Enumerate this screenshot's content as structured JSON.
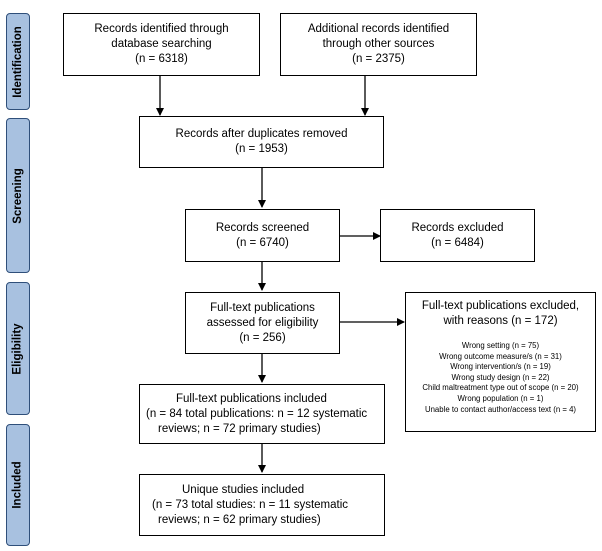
{
  "phases": {
    "identification": "Identification",
    "screening": "Screening",
    "eligibility": "Eligibility",
    "included": "Included"
  },
  "boxes": {
    "database_search": {
      "lines": [
        "Records identified through",
        "database searching",
        "(n = 6318)"
      ]
    },
    "other_sources": {
      "lines": [
        "Additional records identified",
        "through other sources",
        "(n = 2375)"
      ]
    },
    "after_duplicates": {
      "lines": [
        "Records after duplicates removed",
        "(n = 1953)"
      ]
    },
    "screened": {
      "lines": [
        "Records screened",
        "(n = 6740)"
      ]
    },
    "excluded": {
      "lines": [
        "Records excluded",
        "(n = 6484)"
      ]
    },
    "fulltext_assessed": {
      "lines": [
        "Full-text publications",
        "assessed for eligibility",
        "(n = 256)"
      ]
    },
    "fulltext_excluded": {
      "title_lines": [
        "Full-text publications excluded,",
        "with reasons (n = 172)"
      ],
      "reasons": [
        "Wrong setting (n = 75)",
        "Wrong outcome measure/s (n = 31)",
        "Wrong intervention/s (n = 19)",
        "Wrong study design (n = 22)",
        "Child maltreatment type out of scope (n = 20)",
        "Wrong population (n = 1)",
        "Unable to contact author/access text (n = 4)"
      ]
    },
    "fulltext_included": {
      "lines": [
        "Full-text publications included",
        "(n = 84 total publications: n = 12 systematic",
        "reviews; n = 72 primary studies)"
      ]
    },
    "unique_studies": {
      "lines": [
        "Unique studies included",
        "(n = 73 total studies: n = 11 systematic",
        "reviews; n = 62 primary studies)"
      ]
    }
  }
}
